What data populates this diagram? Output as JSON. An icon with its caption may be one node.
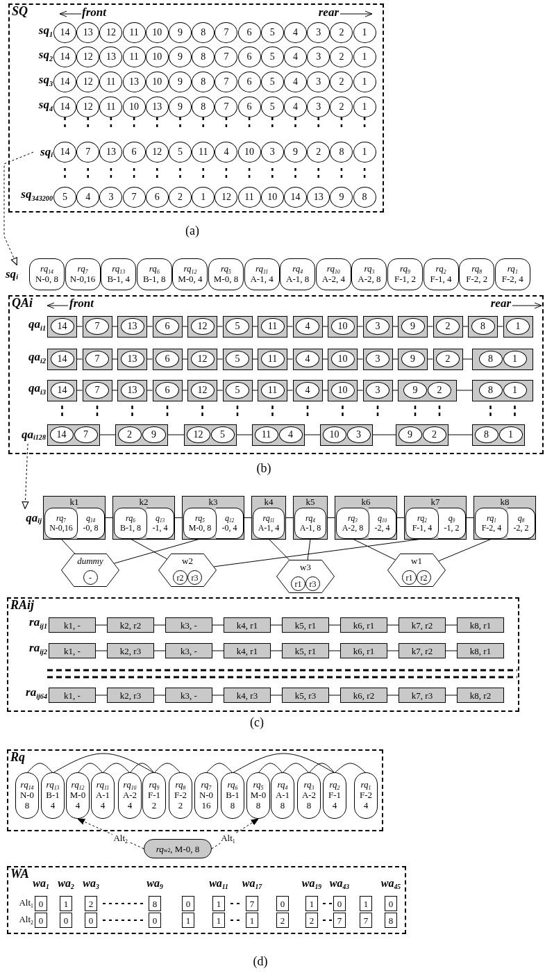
{
  "diagram": {
    "nodes": [
      {
        "text": [
          "SQ"
        ]
      },
      {
        "text": [
          "14"
        ],
        "in": 0
      },
      {
        "text": [
          "13"
        ],
        "in": 0
      },
      {
        "text": [
          "12"
        ],
        "in": 0
      },
      {
        "text": [
          "11"
        ],
        "in": 0
      },
      {
        "text": [
          "10"
        ],
        "in": 0
      },
      {
        "text": [
          "9"
        ],
        "in": 0
      },
      {
        "text": [
          "8"
        ],
        "in": 0
      },
      {
        "text": [
          "7"
        ],
        "in": 0
      },
      {
        "text": [
          "6"
        ],
        "in": 0
      },
      {
        "text": [
          "5"
        ],
        "in": 0
      },
      {
        "text": [
          "4"
        ],
        "in": 0
      },
      {
        "text": [
          "3"
        ],
        "in": 0
      },
      {
        "text": [
          "2"
        ],
        "in": 0
      },
      {
        "text": [
          "1"
        ],
        "in": 0
      },
      {
        "text": [
          "14"
        ],
        "in": 0
      },
      {
        "text": [
          "12"
        ],
        "in": 0
      },
      {
        "text": [
          "13"
        ],
        "in": 0
      },
      {
        "text": [
          "11"
        ],
        "in": 0
      },
      {
        "text": [
          "10"
        ],
        "in": 0
      },
      {
        "text": [
          "9"
        ],
        "in": 0
      },
      {
        "text": [
          "8"
        ],
        "in": 0
      },
      {
        "text": [
          "7"
        ],
        "in": 0
      },
      {
        "text": [
          "6"
        ],
        "in": 0
      },
      {
        "text": [
          "5"
        ],
        "in": 0
      },
      {
        "text": [
          "4"
        ],
        "in": 0
      },
      {
        "text": [
          "3"
        ],
        "in": 0
      },
      {
        "text": [
          "2"
        ],
        "in": 0
      },
      {
        "text": [
          "1"
        ],
        "in": 0
      },
      {
        "text": [
          "14"
        ],
        "in": 0
      },
      {
        "text": [
          "12"
        ],
        "in": 0
      },
      {
        "text": [
          "11"
        ],
        "in": 0
      },
      {
        "text": [
          "13"
        ],
        "in": 0
      },
      {
        "text": [
          "10"
        ],
        "in": 0
      },
      {
        "text": [
          "9"
        ],
        "in": 0
      },
      {
        "text": [
          "8"
        ],
        "in": 0
      },
      {
        "text": [
          "7"
        ],
        "in": 0
      },
      {
        "text": [
          "6"
        ],
        "in": 0
      },
      {
        "text": [
          "5"
        ],
        "in": 0
      },
      {
        "text": [
          "4"
        ],
        "in": 0
      },
      {
        "text": [
          "3"
        ],
        "in": 0
      },
      {
        "text": [
          "2"
        ],
        "in": 0
      },
      {
        "text": [
          "1"
        ],
        "in": 0
      },
      {
        "text": [
          "14"
        ],
        "in": 0
      },
      {
        "text": [
          "12"
        ],
        "in": 0
      },
      {
        "text": [
          "11"
        ],
        "in": 0
      },
      {
        "text": [
          "10"
        ],
        "in": 0
      },
      {
        "text": [
          "13"
        ],
        "in": 0
      },
      {
        "text": [
          "9"
        ],
        "in": 0
      },
      {
        "text": [
          "8"
        ],
        "in": 0
      },
      {
        "text": [
          "7"
        ],
        "in": 0
      },
      {
        "text": [
          "6"
        ],
        "in": 0
      },
      {
        "text": [
          "5"
        ],
        "in": 0
      },
      {
        "text": [
          "4"
        ],
        "in": 0
      },
      {
        "text": [
          "3"
        ],
        "in": 0
      },
      {
        "text": [
          "2"
        ],
        "in": 0
      },
      {
        "text": [
          "1"
        ],
        "in": 0
      },
      {
        "text": [
          "14"
        ],
        "in": 0
      },
      {
        "text": [
          "7"
        ],
        "in": 0
      },
      {
        "text": [
          "13"
        ],
        "in": 0
      },
      {
        "text": [
          "6"
        ],
        "in": 0
      },
      {
        "text": [
          "12"
        ],
        "in": 0
      },
      {
        "text": [
          "5"
        ],
        "in": 0
      },
      {
        "text": [
          "11"
        ],
        "in": 0
      },
      {
        "text": [
          "4"
        ],
        "in": 0
      },
      {
        "text": [
          "10"
        ],
        "in": 0
      },
      {
        "text": [
          "3"
        ],
        "in": 0
      },
      {
        "text": [
          "9"
        ],
        "in": 0
      },
      {
        "text": [
          "2"
        ],
        "in": 0
      },
      {
        "text": [
          "8"
        ],
        "in": 0
      },
      {
        "text": [
          "1"
        ],
        "in": 0
      },
      {
        "text": [
          "5"
        ],
        "in": 0
      },
      {
        "text": [
          "4"
        ],
        "in": 0
      },
      {
        "text": [
          "3"
        ],
        "in": 0
      },
      {
        "text": [
          "7"
        ],
        "in": 0
      },
      {
        "text": [
          "6"
        ],
        "in": 0
      },
      {
        "text": [
          "2"
        ],
        "in": 0
      },
      {
        "text": [
          "1"
        ],
        "in": 0
      },
      {
        "text": [
          "12"
        ],
        "in": 0
      },
      {
        "text": [
          "11"
        ],
        "in": 0
      },
      {
        "text": [
          "10"
        ],
        "in": 0
      },
      {
        "text": [
          "14"
        ],
        "in": 0
      },
      {
        "text": [
          "13"
        ],
        "in": 0
      },
      {
        "text": [
          "9"
        ],
        "in": 0
      },
      {
        "text": [
          "8"
        ],
        "in": 0
      },
      {
        "text": [
          "sq$_{i}$"
        ],
        "in": 0
      },
      {
        "text": [
          "sq$_{i}$"
        ]
      },
      {
        "text": [
          "rq$_{14}$",
          "N-0, 8"
        ]
      },
      {
        "text": [
          "rq$_{7}$",
          "N-0,16"
        ]
      },
      {
        "text": [
          "rq$_{13}$",
          "B-1, 4"
        ]
      },
      {
        "text": [
          "rq$_{6}$",
          "B-1, 8"
        ]
      },
      {
        "text": [
          "rq$_{12}$",
          "M-0, 4"
        ]
      },
      {
        "text": [
          "rq$_{5}$",
          "M-0, 8"
        ]
      },
      {
        "text": [
          "rq$_{11}$",
          "A-1, 4"
        ]
      },
      {
        "text": [
          "rq$_{4}$",
          "A-1, 8"
        ]
      },
      {
        "text": [
          "rq$_{10}$",
          "A-2, 4"
        ]
      },
      {
        "text": [
          "rq$_{3}$",
          "A-2, 8"
        ]
      },
      {
        "text": [
          "rq$_{9}$",
          "F-1, 2"
        ]
      },
      {
        "text": [
          "rq$_{2}$",
          "F-1, 4"
        ]
      },
      {
        "text": [
          "rq$_{8}$",
          "F-2, 2"
        ]
      },
      {
        "text": [
          "rq$_{1}$",
          "F-2, 4"
        ]
      },
      {
        "text": [
          "QAi"
        ]
      },
      {
        "text": [],
        "shape": "box",
        "in": 101
      },
      {
        "text": [
          "14"
        ],
        "in": 102
      },
      {
        "text": [],
        "shape": "box",
        "in": 101
      },
      {
        "text": [
          "7"
        ],
        "in": 104
      },
      {
        "text": [],
        "shape": "box",
        "in": 101
      },
      {
        "text": [
          "13"
        ],
        "in": 106
      },
      {
        "text": [],
        "shape": "box",
        "in": 101
      },
      {
        "text": [
          "6"
        ],
        "in": 108
      },
      {
        "text": [],
        "shape": "box",
        "in": 101
      },
      {
        "text": [
          "12"
        ],
        "in": 110
      },
      {
        "text": [],
        "shape": "box",
        "in": 101
      },
      {
        "text": [
          "5"
        ],
        "in": 112
      },
      {
        "text": [],
        "shape": "box",
        "in": 101
      },
      {
        "text": [
          "11"
        ],
        "in": 114
      },
      {
        "text": [],
        "shape": "box",
        "in": 101
      },
      {
        "text": [
          "4"
        ],
        "in": 116
      },
      {
        "text": [],
        "shape": "box",
        "in": 101
      },
      {
        "text": [
          "10"
        ],
        "in": 118
      },
      {
        "text": [],
        "shape": "box",
        "in": 101
      },
      {
        "text": [
          "3"
        ],
        "in": 120
      },
      {
        "text": [],
        "shape": "box",
        "in": 101
      },
      {
        "text": [
          "9"
        ],
        "in": 122
      },
      {
        "text": [],
        "shape": "box",
        "in": 101
      },
      {
        "text": [
          "2"
        ],
        "in": 124
      },
      {
        "text": [],
        "shape": "box",
        "in": 101
      },
      {
        "text": [
          "8"
        ],
        "in": 126
      },
      {
        "text": [],
        "shape": "box",
        "in": 101
      },
      {
        "text": [
          "1"
        ],
        "in": 128
      },
      {
        "text": [],
        "shape": "box",
        "in": 101
      },
      {
        "text": [
          "14"
        ],
        "in": 130
      },
      {
        "text": [],
        "shape": "box",
        "in": 101
      },
      {
        "text": [
          "7"
        ],
        "in": 132
      },
      {
        "text": [],
        "shape": "box",
        "in": 101
      },
      {
        "text": [
          "13"
        ],
        "in": 134
      },
      {
        "text": [],
        "shape": "box",
        "in": 101
      },
      {
        "text": [
          "6"
        ],
        "in": 136
      },
      {
        "text": [],
        "shape": "box",
        "in": 101
      },
      {
        "text": [
          "12"
        ],
        "in": 138
      },
      {
        "text": [],
        "shape": "box",
        "in": 101
      },
      {
        "text": [
          "5"
        ],
        "in": 140
      },
      {
        "text": [],
        "shape": "box",
        "in": 101
      },
      {
        "text": [
          "11"
        ],
        "in": 142
      },
      {
        "text": [],
        "shape": "box",
        "in": 101
      },
      {
        "text": [
          "4"
        ],
        "in": 144
      },
      {
        "text": [],
        "shape": "box",
        "in": 101
      },
      {
        "text": [
          "10"
        ],
        "in": 146
      },
      {
        "text": [],
        "shape": "box",
        "in": 101
      },
      {
        "text": [
          "3"
        ],
        "in": 148
      },
      {
        "text": [],
        "shape": "box",
        "in": 101
      },
      {
        "text": [
          "9"
        ],
        "in": 150
      },
      {
        "text": [],
        "shape": "box",
        "in": 101
      },
      {
        "text": [
          "2"
        ],
        "in": 152
      },
      {
        "text": [],
        "shape": "box",
        "in": 101
      },
      {
        "text": [
          "8"
        ],
        "in": 154
      },
      {
        "text": [
          "1"
        ],
        "in": 154
      },
      {
        "text": [],
        "shape": "box",
        "in": 101
      },
      {
        "text": [
          "14"
        ],
        "in": 157
      },
      {
        "text": [],
        "shape": "box",
        "in": 101
      },
      {
        "text": [
          "7"
        ],
        "in": 159
      },
      {
        "text": [],
        "shape": "box",
        "in": 101
      },
      {
        "text": [
          "13"
        ],
        "in": 161
      },
      {
        "text": [],
        "shape": "box",
        "in": 101
      },
      {
        "text": [
          "6"
        ],
        "in": 163
      },
      {
        "text": [],
        "shape": "box",
        "in": 101
      },
      {
        "text": [
          "12"
        ],
        "in": 165
      },
      {
        "text": [],
        "shape": "box",
        "in": 101
      },
      {
        "text": [
          "5"
        ],
        "in": 167
      },
      {
        "text": [],
        "shape": "box",
        "in": 101
      },
      {
        "text": [
          "11"
        ],
        "in": 169
      },
      {
        "text": [],
        "shape": "box",
        "in": 101
      },
      {
        "text": [
          "4"
        ],
        "in": 171
      },
      {
        "text": [],
        "shape": "box",
        "in": 101
      },
      {
        "text": [
          "10"
        ],
        "in": 173
      },
      {
        "text": [],
        "shape": "box",
        "in": 101
      },
      {
        "text": [
          "3"
        ],
        "in": 175
      },
      {
        "text": [],
        "shape": "box",
        "in": 101
      },
      {
        "text": [
          "9"
        ],
        "in": 177
      },
      {
        "text": [
          "2"
        ],
        "in": 177
      },
      {
        "text": [],
        "shape": "box",
        "in": 101
      },
      {
        "text": [
          "8"
        ],
        "in": 180
      },
      {
        "text": [
          "1"
        ],
        "in": 180
      },
      {
        "text": [],
        "shape": "box",
        "in": 101
      },
      {
        "text": [
          "14"
        ],
        "in": 183
      },
      {
        "text": [
          "7"
        ],
        "in": 183
      },
      {
        "text": [],
        "shape": "box",
        "in": 101
      },
      {
        "text": [
          "2"
        ],
        "in": 186
      },
      {
        "text": [
          "9"
        ],
        "in": 186
      },
      {
        "text": [],
        "shape": "box",
        "in": 101
      },
      {
        "text": [
          "12"
        ],
        "in": 189
      },
      {
        "text": [
          "5"
        ],
        "in": 189
      },
      {
        "text": [],
        "shape": "box",
        "in": 101
      },
      {
        "text": [
          "11"
        ],
        "in": 192
      },
      {
        "text": [
          "4"
        ],
        "in": 192
      },
      {
        "text": [],
        "shape": "box",
        "in": 101
      },
      {
        "text": [
          "10"
        ],
        "in": 195
      },
      {
        "text": [
          "3"
        ],
        "in": 195
      },
      {
        "text": [],
        "shape": "box",
        "in": 101
      },
      {
        "text": [
          "9"
        ],
        "in": 198
      },
      {
        "text": [
          "2"
        ],
        "in": 198
      },
      {
        "text": [],
        "shape": "box",
        "in": 101
      },
      {
        "text": [
          "8"
        ],
        "in": 201
      },
      {
        "text": [
          "1"
        ],
        "in": 201
      },
      {
        "text": [
          "qa$_{i128}$"
        ],
        "in": 101
      },
      {
        "text": [
          "qa$_{ij}$"
        ]
      },
      {
        "text": [
          "k1"
        ]
      },
      {
        "text": [
          "rq$_{7}$",
          "N-0,16"
        ],
        "in": 206
      },
      {
        "text": [
          "q$_{14}$",
          "-0, 8"
        ],
        "in": 206
      },
      {
        "text": [
          "k2"
        ]
      },
      {
        "text": [
          "rq$_{6}$",
          "B-1, 8"
        ],
        "in": 209
      },
      {
        "text": [
          "q$_{13}$",
          "-1, 4"
        ],
        "in": 209
      },
      {
        "text": [
          "k3"
        ]
      },
      {
        "text": [
          "rq$_{5}$",
          "M-0, 8"
        ],
        "in": 212
      },
      {
        "text": [
          "q$_{12}$",
          "-0, 4"
        ],
        "in": 212
      },
      {
        "text": [
          "k4"
        ]
      },
      {
        "text": [
          "rq$_{11}$",
          "A-1, 4"
        ],
        "in": 215
      },
      {
        "text": [
          "k5"
        ]
      },
      {
        "text": [
          "rq$_{4}$",
          "A-1, 8"
        ],
        "in": 217
      },
      {
        "text": [
          "k6"
        ]
      },
      {
        "text": [
          "rq$_{3}$",
          "A-2, 8"
        ],
        "in": 219
      },
      {
        "text": [
          "q$_{10}$",
          "-2, 4"
        ],
        "in": 219
      },
      {
        "text": [
          "k7"
        ]
      },
      {
        "text": [
          "rq$_{2}$",
          "F-1, 4"
        ],
        "in": 222
      },
      {
        "text": [
          "q$_{9}$",
          "-1, 2"
        ],
        "in": 222
      },
      {
        "text": [
          "k8"
        ]
      },
      {
        "text": [
          "rq$_{1}$",
          "F-2, 4"
        ],
        "in": 225
      },
      {
        "text": [
          "q$_{8}$",
          "-2, 2"
        ],
        "in": 225
      },
      {
        "text": [
          "dummy"
        ]
      },
      {
        "text": [
          "-"
        ],
        "in": 228
      },
      {
        "text": [
          "w2"
        ]
      },
      {
        "text": [
          "r2"
        ],
        "in": 230
      },
      {
        "text": [
          "r3"
        ],
        "in": 230
      },
      {
        "text": [
          "w3"
        ]
      },
      {
        "text": [
          "r1"
        ],
        "in": 233
      },
      {
        "text": [
          "r3"
        ],
        "in": 233
      },
      {
        "text": [
          "w1"
        ]
      },
      {
        "text": [
          "r1"
        ],
        "in": 236
      },
      {
        "text": [
          "r2"
        ],
        "in": 236
      },
      {
        "text": [
          "RAij"
        ]
      },
      {
        "text": [
          "k1, -"
        ],
        "in": 239
      },
      {
        "text": [
          "k2, r2"
        ],
        "in": 239
      },
      {
        "text": [
          "k3, -"
        ],
        "in": 239
      },
      {
        "text": [
          "k4, r1"
        ],
        "in": 239
      },
      {
        "text": [
          "k5, r1"
        ],
        "in": 239
      },
      {
        "text": [
          "k6, r1"
        ],
        "in": 239
      },
      {
        "text": [
          "k7, r2"
        ],
        "in": 239
      },
      {
        "text": [
          "k8, r1"
        ],
        "in": 239
      },
      {
        "text": [
          "k1, -"
        ],
        "in": 239
      },
      {
        "text": [
          "k2, r3"
        ],
        "in": 239
      },
      {
        "text": [
          "k3, -"
        ],
        "in": 239
      },
      {
        "text": [
          "k4, r1"
        ],
        "in": 239
      },
      {
        "text": [
          "k5, r1"
        ],
        "in": 239
      },
      {
        "text": [
          "k6, r1"
        ],
        "in": 239
      },
      {
        "text": [
          "k7, r2"
        ],
        "in": 239
      },
      {
        "text": [
          "k8, r1"
        ],
        "in": 239
      },
      {
        "text": [
          "k1, -"
        ],
        "in": 239
      },
      {
        "text": [
          "k2, r3"
        ],
        "in": 239
      },
      {
        "text": [
          "k3, -"
        ],
        "in": 239
      },
      {
        "text": [
          "k4, r3"
        ],
        "in": 239
      },
      {
        "text": [
          "k5, r3"
        ],
        "in": 239
      },
      {
        "text": [
          "k6, r2"
        ],
        "in": 239
      },
      {
        "text": [
          "k7, r3"
        ],
        "in": 239
      },
      {
        "text": [
          "k8, r2"
        ],
        "in": 239
      },
      {
        "text": [
          "Rq"
        ]
      },
      {
        "text": [
          "rq$_{14}$",
          "N-0",
          "8"
        ],
        "in": 264
      },
      {
        "text": [
          "rq$_{13}$",
          "B-1",
          "4"
        ],
        "in": 264
      },
      {
        "text": [
          "rq$_{12}$",
          "M-0",
          "4"
        ],
        "in": 264
      },
      {
        "text": [
          "rq$_{11}$",
          "A-1",
          "4"
        ],
        "in": 264
      },
      {
        "text": [
          "rq$_{10}$",
          "A-2",
          "4"
        ],
        "in": 264
      },
      {
        "text": [
          "rq$_{9}$",
          "F-1",
          "2"
        ],
        "in": 264
      },
      {
        "text": [
          "rq$_{8}$",
          "F-2",
          "2"
        ],
        "in": 264
      },
      {
        "text": [
          "rq$_{7}$",
          "N-0",
          "16"
        ],
        "in": 264
      },
      {
        "text": [
          "rq$_{6}$",
          "B-1",
          "8"
        ],
        "in": 264
      },
      {
        "text": [
          "rq$_{5}$",
          "M-0",
          "8"
        ],
        "in": 264
      },
      {
        "text": [
          "rq$_{4}$",
          "A-1",
          "8"
        ],
        "in": 264
      },
      {
        "text": [
          "rq$_{3}$",
          "A-2",
          "8"
        ],
        "in": 264
      },
      {
        "text": [
          "rq$_{2}$",
          "F-1",
          "4"
        ],
        "in": 264
      },
      {
        "text": [
          "rq$_{1}$",
          "F-2",
          "4"
        ],
        "in": 264
      },
      {
        "text": [
          "*rq*$_{w2}$, M-0, 8"
        ]
      },
      {
        "text": [
          "WA"
        ]
      },
      {
        "text": [
          "0"
        ],
        "in": 280
      },
      {
        "text": [
          "1"
        ],
        "in": 280
      },
      {
        "text": [
          "2"
        ],
        "in": 280
      },
      {
        "text": [
          "8"
        ],
        "in": 280
      },
      {
        "text": [
          "0"
        ],
        "in": 280
      },
      {
        "text": [
          "1"
        ],
        "in": 280
      },
      {
        "text": [
          "7"
        ],
        "in": 280
      },
      {
        "text": [
          "0"
        ],
        "in": 280
      },
      {
        "text": [
          "1"
        ],
        "in": 280
      },
      {
        "text": [
          "0"
        ],
        "in": 280
      },
      {
        "text": [
          "1"
        ],
        "in": 280
      },
      {
        "text": [
          "0"
        ],
        "in": 280
      },
      {
        "text": [
          "0"
        ],
        "in": 280
      },
      {
        "text": [
          "0"
        ],
        "in": 280
      },
      {
        "text": [
          "0"
        ],
        "in": 280
      },
      {
        "text": [
          "0"
        ],
        "in": 280
      },
      {
        "text": [
          "1"
        ],
        "in": 280
      },
      {
        "text": [
          "1"
        ],
        "in": 280
      },
      {
        "text": [
          "1"
        ],
        "in": 280
      },
      {
        "text": [
          "2"
        ],
        "in": 280
      },
      {
        "text": [
          "2"
        ],
        "in": 280
      },
      {
        "text": [
          "7"
        ],
        "in": 280
      },
      {
        "text": [
          "7"
        ],
        "in": 280
      },
      {
        "text": [
          "8"
        ],
        "in": 280
      }
    ],
    "edges": [
      {
        "from": 85,
        "to": 86,
        "arrow": "to",
        "style": "dashed"
      },
      {
        "from": 204,
        "to": 205,
        "arrow": "to",
        "style": "dashed"
      },
      {
        "from": 102,
        "to": 104,
        "arrow": "none"
      },
      {
        "from": 104,
        "to": 106,
        "arrow": "none"
      },
      {
        "from": 106,
        "to": 108,
        "arrow": "none"
      },
      {
        "from": 108,
        "to": 110,
        "arrow": "none"
      },
      {
        "from": 110,
        "to": 112,
        "arrow": "none"
      },
      {
        "from": 112,
        "to": 114,
        "arrow": "none"
      },
      {
        "from": 114,
        "to": 116,
        "arrow": "none"
      },
      {
        "from": 116,
        "to": 118,
        "arrow": "none"
      },
      {
        "from": 118,
        "to": 120,
        "arrow": "none"
      },
      {
        "from": 120,
        "to": 122,
        "arrow": "none"
      },
      {
        "from": 122,
        "to": 124,
        "arrow": "none"
      },
      {
        "from": 124,
        "to": 126,
        "arrow": "none"
      },
      {
        "from": 126,
        "to": 128,
        "arrow": "none"
      },
      {
        "from": 130,
        "to": 132,
        "arrow": "none"
      },
      {
        "from": 132,
        "to": 134,
        "arrow": "none"
      },
      {
        "from": 134,
        "to": 136,
        "arrow": "none"
      },
      {
        "from": 136,
        "to": 138,
        "arrow": "none"
      },
      {
        "from": 138,
        "to": 140,
        "arrow": "none"
      },
      {
        "from": 140,
        "to": 142,
        "arrow": "none"
      },
      {
        "from": 142,
        "to": 144,
        "arrow": "none"
      },
      {
        "from": 144,
        "to": 146,
        "arrow": "none"
      },
      {
        "from": 146,
        "to": 148,
        "arrow": "none"
      },
      {
        "from": 148,
        "to": 150,
        "arrow": "none"
      },
      {
        "from": 150,
        "to": 152,
        "arrow": "none"
      },
      {
        "from": 152,
        "to": 154,
        "arrow": "none"
      },
      {
        "from": 157,
        "to": 159,
        "arrow": "none"
      },
      {
        "from": 159,
        "to": 161,
        "arrow": "none"
      },
      {
        "from": 161,
        "to": 163,
        "arrow": "none"
      },
      {
        "from": 163,
        "to": 165,
        "arrow": "none"
      },
      {
        "from": 165,
        "to": 167,
        "arrow": "none"
      },
      {
        "from": 167,
        "to": 169,
        "arrow": "none"
      },
      {
        "from": 169,
        "to": 171,
        "arrow": "none"
      },
      {
        "from": 171,
        "to": 173,
        "arrow": "none"
      },
      {
        "from": 173,
        "to": 175,
        "arrow": "none"
      },
      {
        "from": 175,
        "to": 177,
        "arrow": "none"
      },
      {
        "from": 177,
        "to": 180,
        "arrow": "none"
      },
      {
        "from": 183,
        "to": 186,
        "arrow": "none"
      },
      {
        "from": 186,
        "to": 189,
        "arrow": "none"
      },
      {
        "from": 189,
        "to": 192,
        "arrow": "none"
      },
      {
        "from": 192,
        "to": 195,
        "arrow": "none"
      },
      {
        "from": 195,
        "to": 198,
        "arrow": "none"
      },
      {
        "from": 198,
        "to": 201,
        "arrow": "none"
      },
      {
        "from": 206,
        "to": 209,
        "arrow": "none"
      },
      {
        "from": 209,
        "to": 212,
        "arrow": "none"
      },
      {
        "from": 212,
        "to": 215,
        "arrow": "none"
      },
      {
        "from": 215,
        "to": 217,
        "arrow": "none"
      },
      {
        "from": 217,
        "to": 219,
        "arrow": "none"
      },
      {
        "from": 219,
        "to": 222,
        "arrow": "none"
      },
      {
        "from": 222,
        "to": 225,
        "arrow": "none"
      },
      {
        "from": 207,
        "to": 228,
        "arrow": "none"
      },
      {
        "from": 210,
        "to": 230,
        "arrow": "none"
      },
      {
        "from": 213,
        "to": 228,
        "arrow": "none"
      },
      {
        "from": 216,
        "to": 233,
        "arrow": "none"
      },
      {
        "from": 218,
        "to": 233,
        "arrow": "none"
      },
      {
        "from": 220,
        "to": 236,
        "arrow": "none"
      },
      {
        "from": 223,
        "to": 230,
        "arrow": "none"
      },
      {
        "from": 226,
        "to": 236,
        "arrow": "none"
      },
      {
        "from": 240,
        "to": 241,
        "arrow": "none"
      },
      {
        "from": 241,
        "to": 242,
        "arrow": "none"
      },
      {
        "from": 242,
        "to": 243,
        "arrow": "none"
      },
      {
        "from": 243,
        "to": 244,
        "arrow": "none"
      },
      {
        "from": 244,
        "to": 245,
        "arrow": "none"
      },
      {
        "from": 245,
        "to": 246,
        "arrow": "none"
      },
      {
        "from": 246,
        "to": 247,
        "arrow": "none"
      },
      {
        "from": 248,
        "to": 249,
        "arrow": "none"
      },
      {
        "from": 249,
        "to": 250,
        "arrow": "none"
      },
      {
        "from": 250,
        "to": 251,
        "arrow": "none"
      },
      {
        "from": 251,
        "to": 252,
        "arrow": "none"
      },
      {
        "from": 252,
        "to": 253,
        "arrow": "none"
      },
      {
        "from": 253,
        "to": 254,
        "arrow": "none"
      },
      {
        "from": 254,
        "to": 255,
        "arrow": "none"
      },
      {
        "from": 256,
        "to": 257,
        "arrow": "none"
      },
      {
        "from": 257,
        "to": 258,
        "arrow": "none"
      },
      {
        "from": 258,
        "to": 259,
        "arrow": "none"
      },
      {
        "from": 259,
        "to": 260,
        "arrow": "none"
      },
      {
        "from": 260,
        "to": 261,
        "arrow": "none"
      },
      {
        "from": 261,
        "to": 262,
        "arrow": "none"
      },
      {
        "from": 262,
        "to": 263,
        "arrow": "none"
      },
      {
        "from": 265,
        "to": 266,
        "arrow": "none"
      },
      {
        "from": 266,
        "to": 270,
        "arrow": "none"
      },
      {
        "from": 267,
        "to": 268,
        "arrow": "none"
      },
      {
        "from": 268,
        "to": 269,
        "arrow": "none"
      },
      {
        "from": 269,
        "to": 270,
        "arrow": "none"
      },
      {
        "from": 270,
        "to": 271,
        "arrow": "none"
      },
      {
        "from": 272,
        "to": 273,
        "arrow": "none"
      },
      {
        "from": 273,
        "to": 277,
        "arrow": "none"
      },
      {
        "from": 274,
        "to": 275,
        "arrow": "none"
      },
      {
        "from": 275,
        "to": 276,
        "arrow": "none"
      },
      {
        "from": 276,
        "to": 277,
        "arrow": "none"
      },
      {
        "from": 277,
        "to": 278,
        "arrow": "none"
      },
      {
        "from": 279,
        "to": 267,
        "arrow": "to",
        "style": "dashed",
        "label": "Alt$_{2}$"
      },
      {
        "from": 279,
        "to": 274,
        "arrow": "to",
        "style": "dashed",
        "label": "Alt$_{1}$"
      }
    ],
    "labels": [
      "front",
      "rear",
      "sq$_{1}$",
      "sq$_{2}$",
      "sq$_{3}$",
      "sq$_{4}$",
      "sq$_{343200}$",
      "(a)",
      "front",
      "rear",
      "qa$_{i1}$",
      "qa$_{i2}$",
      "qa$_{i3}$",
      "(b)",
      "ra$_{ij1}$",
      "ra$_{ij2}$",
      "ra$_{ij64}$",
      "(c)",
      "wa$_{1}$",
      "wa$_{2}$",
      "wa$_{3}$",
      "wa$_{9}$",
      "wa$_{11}$",
      "wa$_{17}$",
      "wa$_{19}$",
      "wa$_{43}$",
      "wa$_{45}$",
      "Alt$_{1}$",
      "Alt$_{2}$",
      "(d)"
    ]
  }
}
